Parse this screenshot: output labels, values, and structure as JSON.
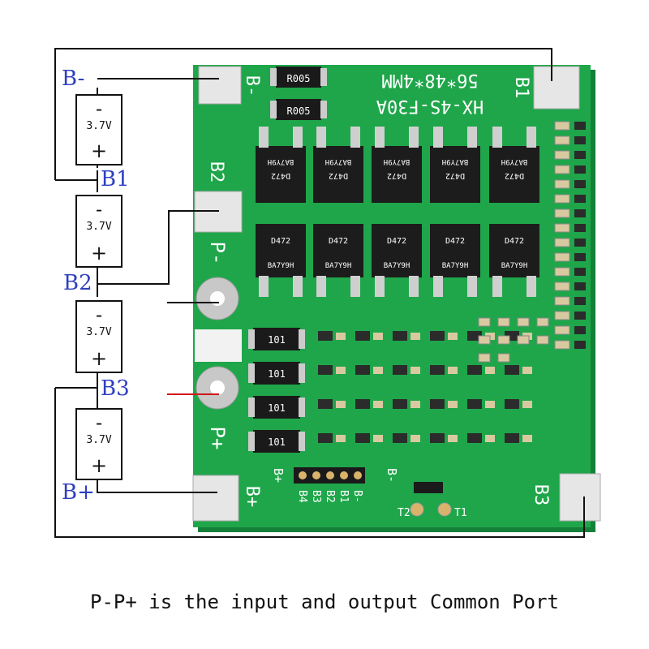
{
  "labels": {
    "b_minus": "B-",
    "b1": "B1",
    "b2": "B2",
    "b3": "B3",
    "b_plus": "B+"
  },
  "cells": [
    {
      "minus": "-",
      "voltage": "3.7V",
      "plus": "+"
    },
    {
      "minus": "-",
      "voltage": "3.7V",
      "plus": "+"
    },
    {
      "minus": "-",
      "voltage": "3.7V",
      "plus": "+"
    },
    {
      "minus": "-",
      "voltage": "3.7V",
      "plus": "+"
    }
  ],
  "board": {
    "model": "HX-4S-F30A",
    "size": "56*48*4MM",
    "shunt": "R005",
    "resistor": "101",
    "mosfet_top": "BA7Y9H",
    "mosfet_code": "D472",
    "pad_b_minus": "B-",
    "pad_b1": "B1",
    "pad_b2": "B2",
    "pad_b3": "B3",
    "pad_p_minus": "P-",
    "pad_p_plus": "P+",
    "pad_b_plus": "B+",
    "pin_b_plus": "B+",
    "pin_b_minus": "B-",
    "pins": [
      "B4",
      "B3",
      "B2",
      "B1",
      "B-"
    ],
    "t2": "T2",
    "t1": "T1"
  },
  "caption": "P-P+ is the input and output Common Port",
  "colors": {
    "pcb": "#1fa64a",
    "label_blue": "#2f3fc0",
    "wire": "#111111",
    "red_wire": "#d01818"
  }
}
